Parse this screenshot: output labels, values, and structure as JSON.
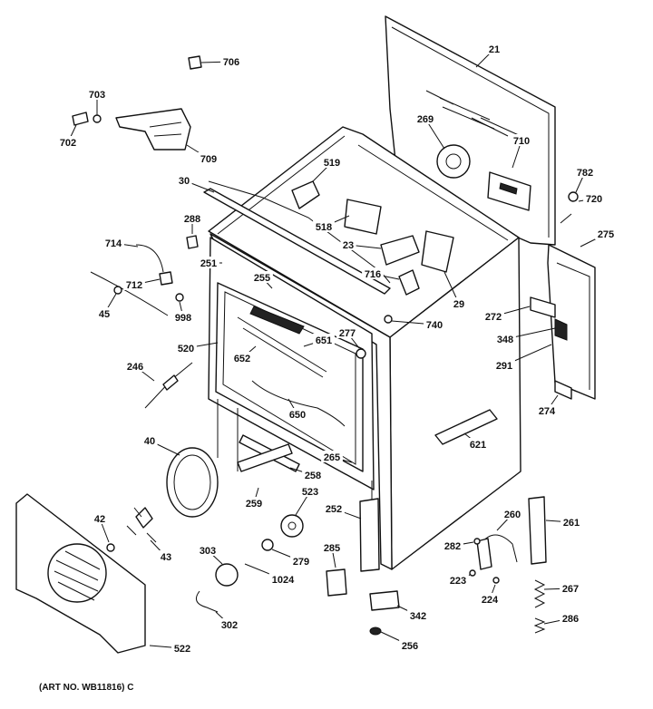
{
  "diagram": {
    "art_number": "(ART NO. WB11816) C",
    "part_labels": [
      "21",
      "706",
      "703",
      "702",
      "709",
      "269",
      "710",
      "782",
      "720",
      "275",
      "519",
      "30",
      "288",
      "518",
      "23",
      "714",
      "251",
      "255",
      "712",
      "716",
      "29",
      "45",
      "998",
      "740",
      "272",
      "348",
      "652",
      "651",
      "277",
      "520",
      "291",
      "246",
      "650",
      "274",
      "621",
      "40",
      "265",
      "258",
      "523",
      "252",
      "260",
      "261",
      "259",
      "42",
      "43",
      "303",
      "279",
      "285",
      "282",
      "223",
      "224",
      "267",
      "1024",
      "342",
      "286",
      "302",
      "522",
      "256"
    ]
  }
}
